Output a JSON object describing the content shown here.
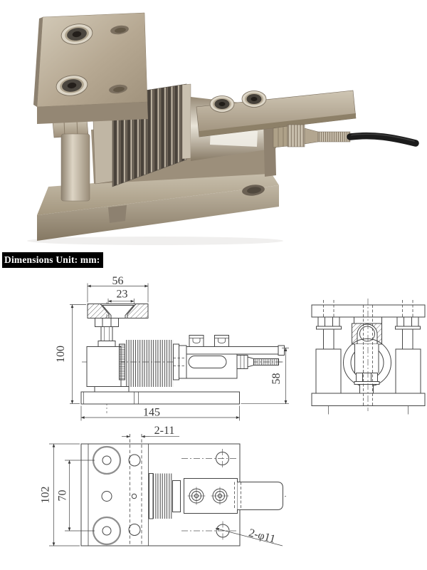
{
  "header": {
    "label": "Dimensions Unit: mm:"
  },
  "drawing": {
    "side_view": {
      "dims": {
        "top_plate_width": "56",
        "screw_offset": "23",
        "overall_height": "100",
        "base_length": "145",
        "cell_height": "58"
      }
    },
    "plan_view": {
      "dims": {
        "plate_width": "102",
        "hole_pitch": "70",
        "slot_holes": "2-11",
        "corner_holes": "2-φ11"
      }
    },
    "style": {
      "line_color": "#454545",
      "dim_color": "#3a3a3a",
      "counterbore_color": "#8e8e8e"
    }
  },
  "photo": {
    "subject": "stainless-steel bellows load cell weighing module with mounting plates and signal cable",
    "colors": {
      "metal_light": "#d9d1c2",
      "metal": "#b3a48f",
      "metal_dark": "#7d7160",
      "bellows_dark": "#4a433b",
      "cable": "#1c1c1c",
      "background": "#ffffff"
    }
  }
}
